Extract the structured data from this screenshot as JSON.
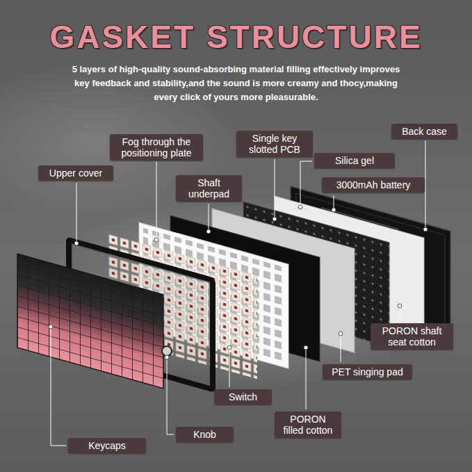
{
  "diagram": {
    "title": "GASKET STRUCTURE",
    "nodes": [
      {
        "text": [
          "Fog through the positioning plate"
        ]
      },
      {
        "text": [
          "Single key slotted PCB"
        ]
      },
      {
        "text": [
          "Back case"
        ]
      },
      {
        "text": [
          "Upper cover"
        ]
      },
      {
        "text": [
          "Silica gel"
        ]
      },
      {
        "text": [
          "Shaft underpad"
        ]
      },
      {
        "text": [
          "3000mAh battery"
        ]
      },
      {
        "text": [
          "PORON shaft seat cotton"
        ]
      },
      {
        "text": [
          "PET singing pad"
        ]
      },
      {
        "text": [
          "Switch"
        ]
      },
      {
        "text": [
          "PORON filled cotton"
        ]
      },
      {
        "text": [
          "Knob"
        ]
      },
      {
        "text": [
          "Keycaps"
        ]
      }
    ],
    "labels": [
      "5 layers of high-quality sound-absorbing material filling effectively improves key feedback and stability,and the sound is more creamy and thocy,making every click of yours more pleasurable."
    ]
  }
}
